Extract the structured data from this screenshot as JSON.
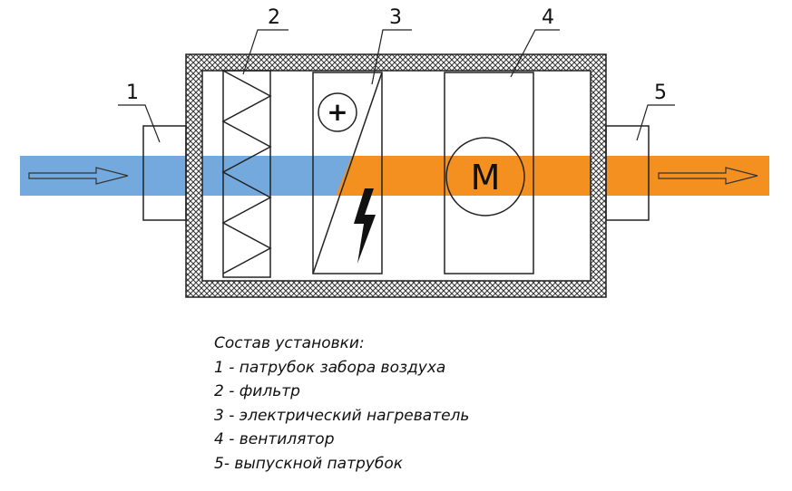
{
  "colors": {
    "intake_air": "#74a9dd",
    "heated_air": "#f39020",
    "outline": "#222222"
  },
  "labels": {
    "n1": "1",
    "n2": "2",
    "n3": "3",
    "n4": "4",
    "n5": "5",
    "plus": "+",
    "motor": "M"
  },
  "legend": {
    "title": "Состав установки:",
    "items": [
      "1 - патрубок забора воздуха",
      "2 - фильтр",
      "3 - электрический нагреватель",
      "4 - вентилятор",
      "5- выпускной патрубок"
    ]
  }
}
